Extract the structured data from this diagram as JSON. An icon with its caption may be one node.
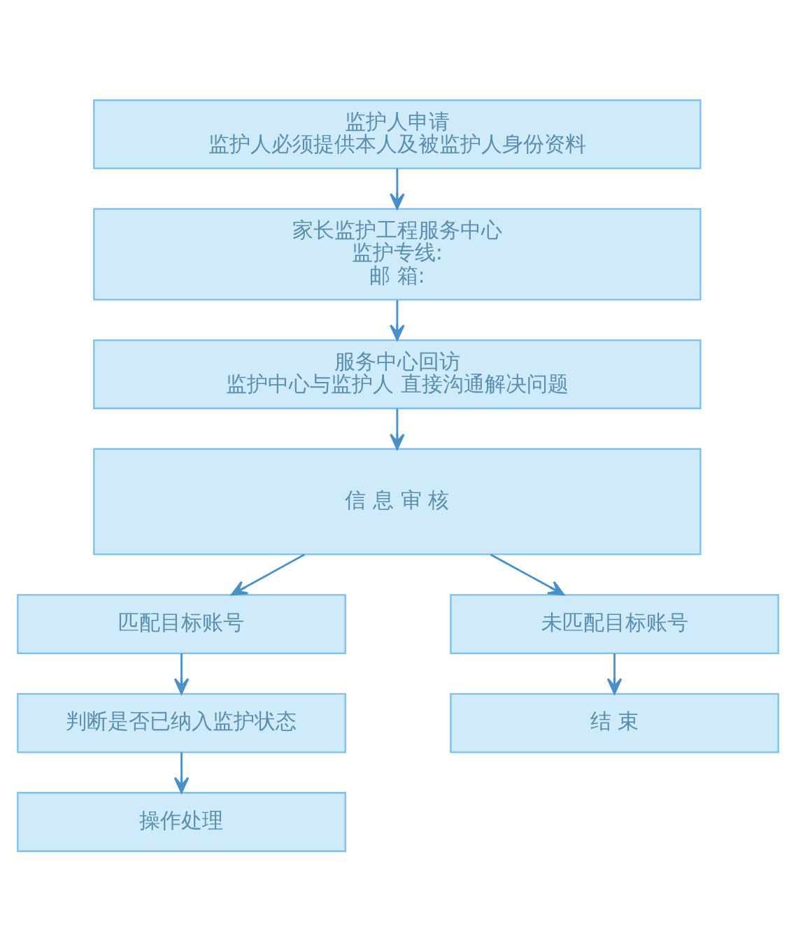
{
  "diagram": {
    "nodes": [
      {
        "text": [
          "监护人申请",
          "监护人必须提供本人及被监护人身份资料"
        ]
      },
      {
        "text": [
          "家长监护工程服务中心",
          "监护专线:",
          "邮 箱:"
        ]
      },
      {
        "text": [
          "服务中心回访",
          "监护中心与监护人 直接沟通解决问题"
        ]
      },
      {
        "text": [
          "信 息 审 核"
        ]
      },
      {
        "text": [
          "匹配目标账号"
        ]
      },
      {
        "text": [
          "未匹配目标账号"
        ]
      },
      {
        "text": [
          "判断是否已纳入监护状态"
        ]
      },
      {
        "text": [
          "结 束"
        ]
      },
      {
        "text": [
          "操作处理"
        ]
      }
    ],
    "edges": [
      {
        "from": 0,
        "to": 1,
        "arrow": "to"
      },
      {
        "from": 1,
        "to": 2,
        "arrow": "to"
      },
      {
        "from": 2,
        "to": 3,
        "arrow": "to"
      },
      {
        "from": 3,
        "to": 4,
        "arrow": "to"
      },
      {
        "from": 3,
        "to": 5,
        "arrow": "to"
      },
      {
        "from": 4,
        "to": 6,
        "arrow": "to"
      },
      {
        "from": 5,
        "to": 7,
        "arrow": "to"
      },
      {
        "from": 6,
        "to": 8,
        "arrow": "to"
      }
    ]
  }
}
